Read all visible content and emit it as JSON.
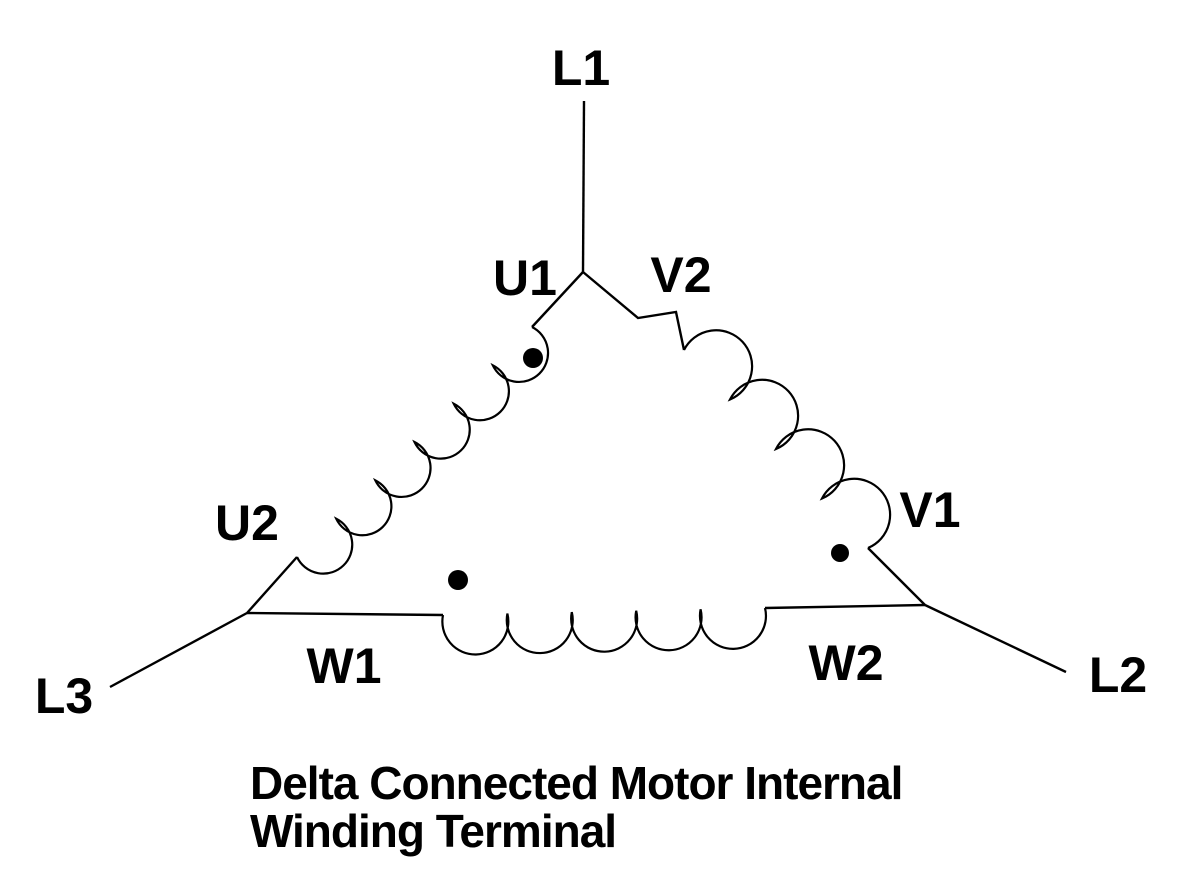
{
  "title": {
    "line1": "Delta Connected Motor Internal",
    "line2": "Winding Terminal"
  },
  "labels": {
    "l1": "L1",
    "l2": "L2",
    "l3": "L3",
    "u1": "U1",
    "u2": "U2",
    "v1": "V1",
    "v2": "V2",
    "w1": "W1",
    "w2": "W2"
  },
  "colors": {
    "line": "#000000",
    "background": "#ffffff"
  }
}
